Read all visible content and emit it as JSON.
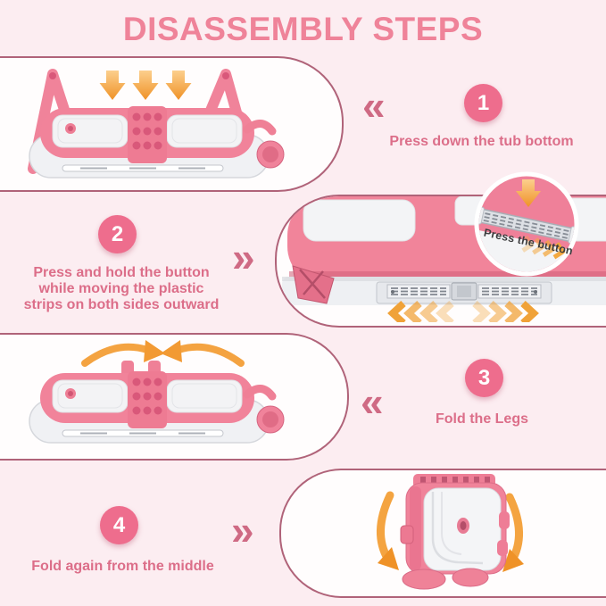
{
  "title": "DISASSEMBLY STEPS",
  "steps": [
    {
      "number": "1",
      "lines": [
        "Press down the tub bottom"
      ]
    },
    {
      "number": "2",
      "lines": [
        "Press and hold the button",
        "while moving the plastic",
        "strips on both sides outward"
      ]
    },
    {
      "number": "3",
      "lines": [
        "Fold the Legs"
      ]
    },
    {
      "number": "4",
      "lines": [
        "Fold again from the middle"
      ]
    }
  ],
  "inset": {
    "label": "Press the button"
  },
  "icons": {
    "chevron_left": "«",
    "chevron_right": "»",
    "down_arrow": "down-arrow",
    "curved_arrow": "curved-arrow"
  },
  "colors": {
    "page_bg": "#fcedf1",
    "panel_bg": "#fffdfd",
    "panel_border": "#b06379",
    "title_pink": "#ef8399",
    "badge_pink": "#ee6d8d",
    "caption_pink": "#dc6e89",
    "chevron_rose": "#cf6a84",
    "arrow_orange": "#f5a33a",
    "tub_pink": "#f1839a",
    "tub_white": "#f3f4f6"
  }
}
